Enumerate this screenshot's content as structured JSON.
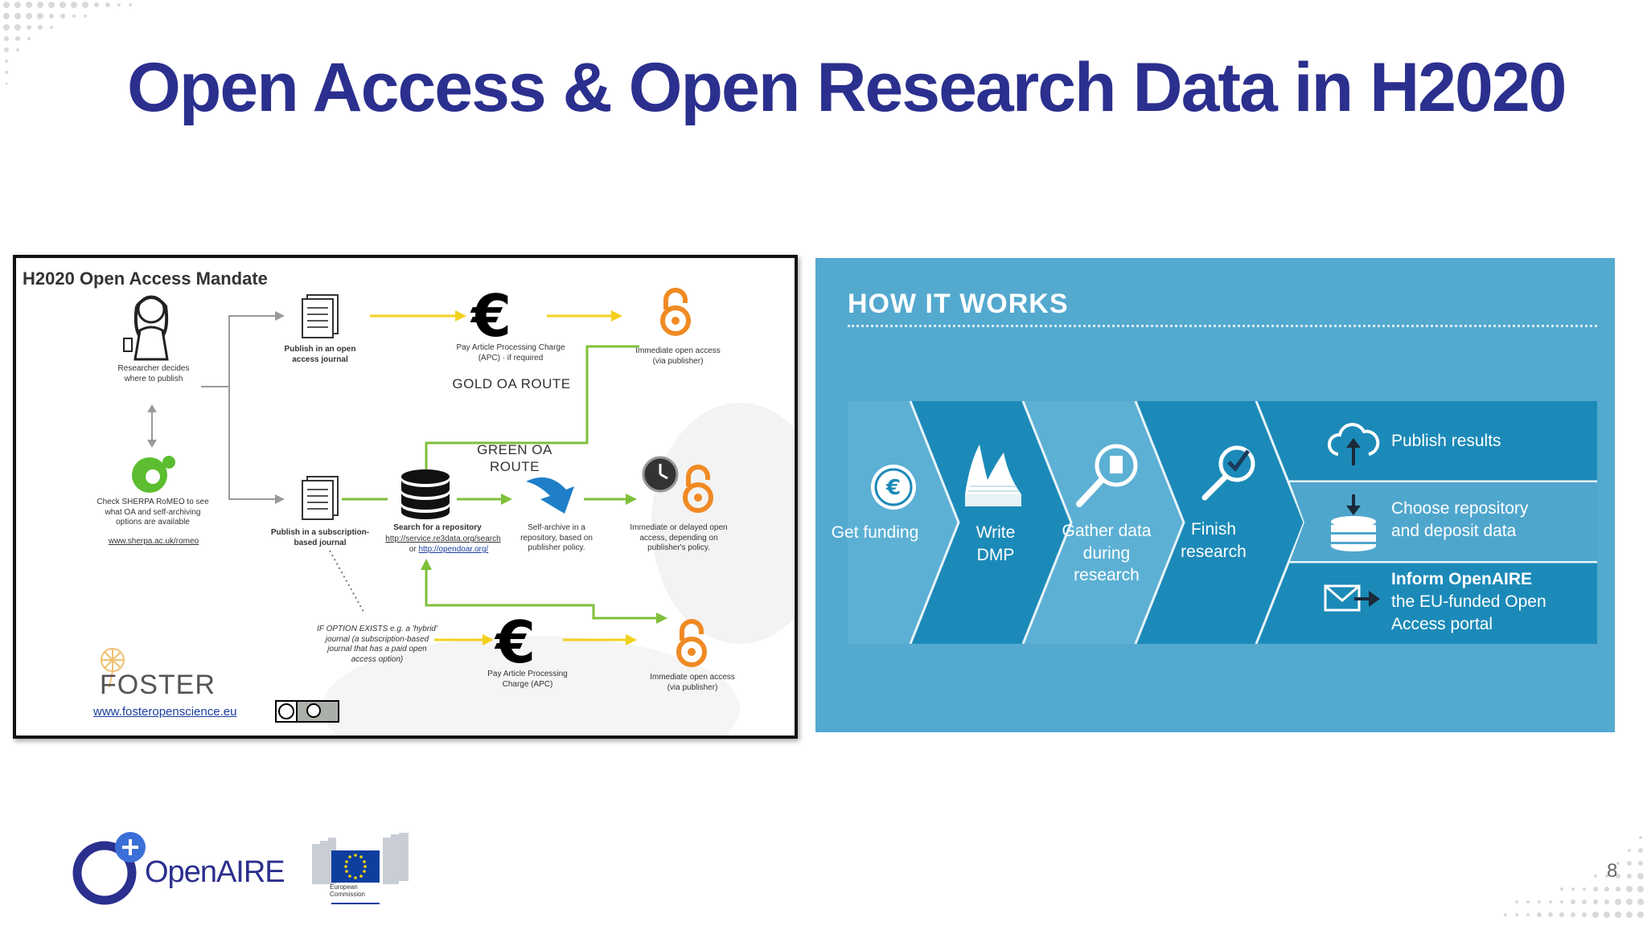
{
  "slide": {
    "title": "Open Access & Open Research Data in H2020",
    "page_number": "8"
  },
  "left_panel": {
    "title": "H2020 Open Access Mandate",
    "researcher": "Researcher decides where to publish",
    "check_sherpa": "Check SHERPA RoMEO to see what OA and self-archiving options are available",
    "sherpa_link": "www.sherpa.ac.uk/romeo",
    "publish_oa_journal": "Publish in an open access journal",
    "pay_apc_gold": "Pay Article Processing Charge (APC) · if required",
    "immediate_oa_gold": "Immediate open access (via publisher)",
    "gold_route": "GOLD OA ROUTE",
    "green_route": "GREEN OA ROUTE",
    "publish_subscription": "Publish in a subscription-based journal",
    "search_repository": "Search for a repository",
    "repo_link_1": "http://service.re3data.org/search",
    "repo_or": "or",
    "repo_link_2": "http://opendoar.org/",
    "self_archive": "Self-archive in a repository, based on publisher policy.",
    "immediate_or_delayed": "Immediate or delayed open access, depending on publisher's policy.",
    "hybrid_option": "IF OPTION EXISTS e.g. a 'hybrid' journal (a subscription-based journal that has a paid open access option)",
    "pay_apc_hybrid": "Pay Article Processing Charge (APC)",
    "immediate_oa_hybrid": "Immediate open access (via publisher)",
    "foster": "FOSTER",
    "foster_url": "www.fosteropenscience.eu"
  },
  "right_panel": {
    "title": "HOW IT WORKS",
    "steps": [
      "Get funding",
      "Write DMP",
      "Gather data during research",
      "Finish research"
    ],
    "outcomes": [
      "Publish results",
      "Choose repository and deposit data",
      "Inform OpenAIRE",
      "the EU-funded Open Access portal"
    ]
  },
  "footer": {
    "openaire_logo": "OpenAIRE",
    "ec_logo": "European Commission"
  },
  "colors": {
    "title": "#2b2f8e",
    "panel_bg": "#54a9cf",
    "chevron_dark": "#1c8ab8",
    "gold": "#d5c228",
    "green": "#7fbf3a",
    "oa_orange": "#f08a24"
  },
  "icons": [
    "researcher-icon",
    "sherpa-icon",
    "document-icon",
    "euro-icon",
    "open-access-icon",
    "database-icon",
    "download-arrow-icon",
    "clock-icon",
    "euro-circle-icon",
    "dmp-paper-icon",
    "magnifier-icon",
    "checkmark-magnifier-icon",
    "cloud-upload-icon",
    "database-deposit-icon",
    "envelope-arrow-icon"
  ]
}
